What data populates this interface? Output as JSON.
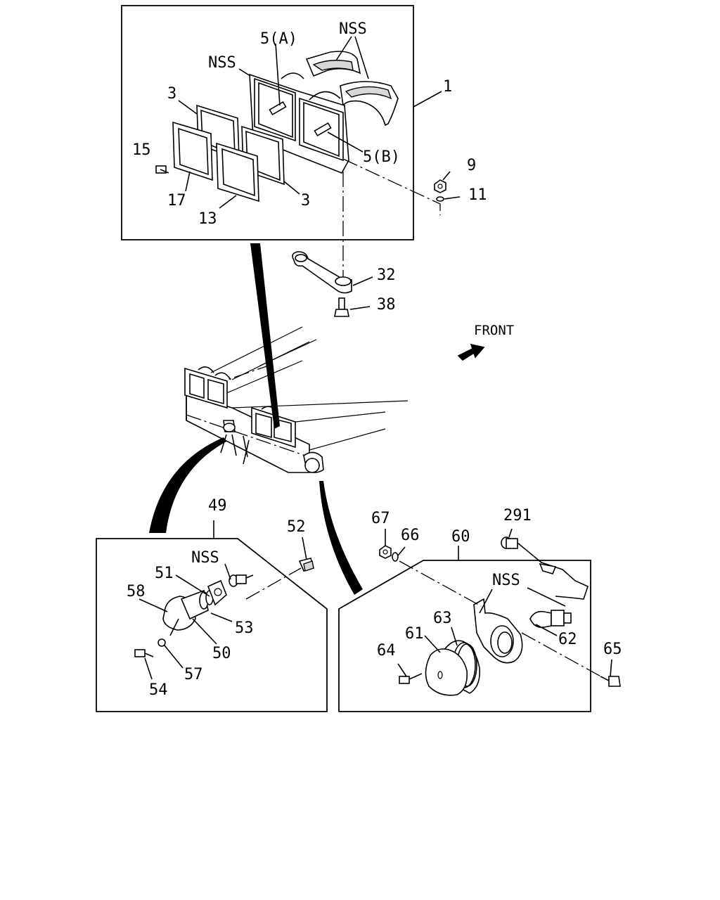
{
  "diagram": {
    "labels": {
      "nss_top": "NSS",
      "p5a": "5(A)",
      "nss_mid": "NSS",
      "p1": "1",
      "p3a": "3",
      "p15": "15",
      "p5b": "5(B)",
      "p9": "9",
      "p11": "11",
      "p17": "17",
      "p3b": "3",
      "p13": "13",
      "p32": "32",
      "p38": "38",
      "front": "FRONT",
      "p49": "49",
      "p52": "52",
      "nss_left": "NSS",
      "p51": "51",
      "p58": "58",
      "p53": "53",
      "p50": "50",
      "p57": "57",
      "p54": "54",
      "p67": "67",
      "p66": "66",
      "p60": "60",
      "p291": "291",
      "nss_right": "NSS",
      "p63": "63",
      "p61": "61",
      "p62": "62",
      "p64": "64",
      "p65": "65"
    }
  }
}
